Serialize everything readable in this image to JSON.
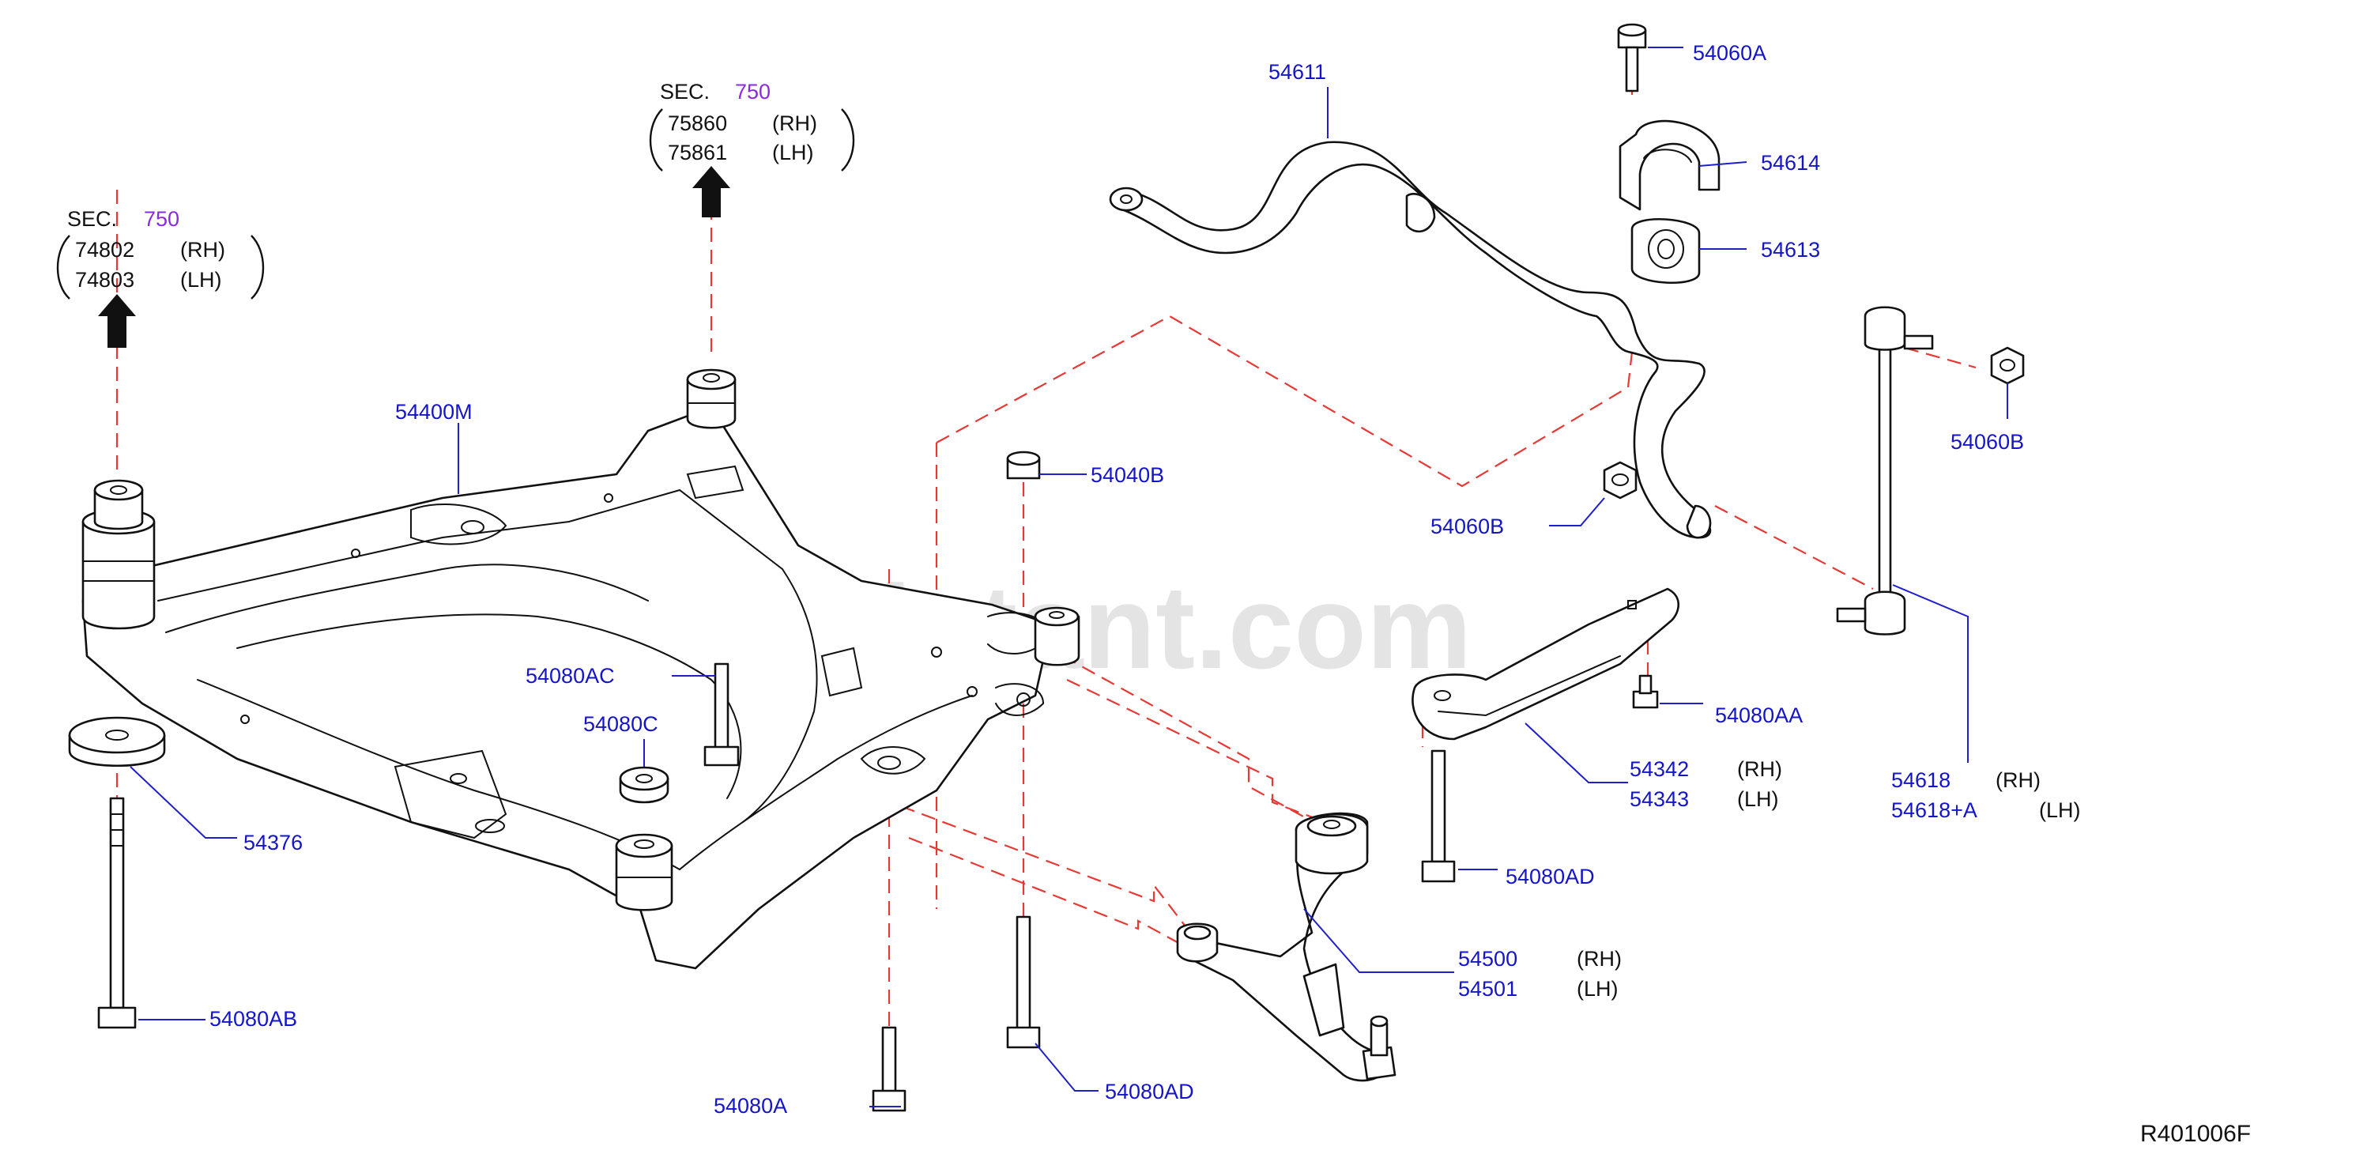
{
  "watermark": "partsassistant.com",
  "diagram_code": "R401006F",
  "references": [
    {
      "sec_label": "SEC.",
      "sec_number": "750",
      "rh_part": "74802",
      "rh_tag": "(RH)",
      "lh_part": "74803",
      "lh_tag": "(LH)"
    },
    {
      "sec_label": "SEC.",
      "sec_number": "750",
      "rh_part": "75860",
      "rh_tag": "(RH)",
      "lh_part": "75861",
      "lh_tag": "(LH)"
    }
  ],
  "callouts": {
    "p54400M": "54400M",
    "p54376": "54376",
    "p54080AB": "54080AB",
    "p54080AC": "54080AC",
    "p54080C": "54080C",
    "p54080A": "54080A",
    "p54040B": "54040B",
    "p54080AD_lower": "54080AD",
    "p54611": "54611",
    "p54060A": "54060A",
    "p54614": "54614",
    "p54613": "54613",
    "p54060B_right": "54060B",
    "p54060B_mid": "54060B",
    "p54080AA": "54080AA",
    "p54080AD_right": "54080AD",
    "p54342": "54342",
    "p54342_tag": "(RH)",
    "p54343": "54343",
    "p54343_tag": "(LH)",
    "p54500": "54500",
    "p54500_tag": "(RH)",
    "p54501": "54501",
    "p54501_tag": "(LH)",
    "p54618": "54618",
    "p54618_tag": "(RH)",
    "p54618A": "54618+A",
    "p54618A_tag": "(LH)"
  }
}
